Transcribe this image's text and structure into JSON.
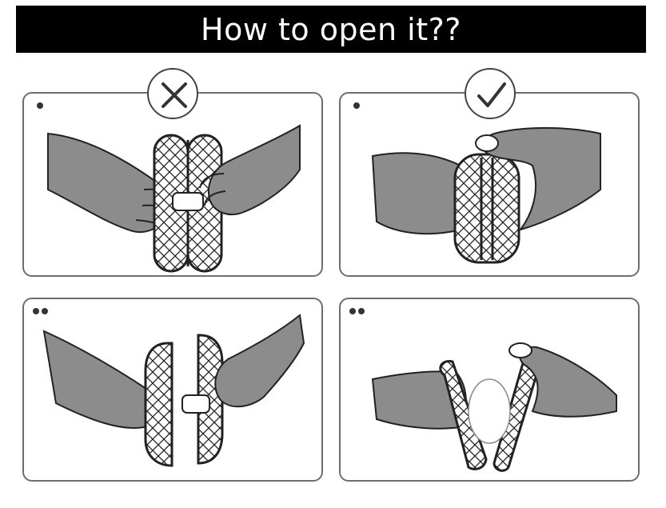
{
  "header": {
    "title": "How to open it??"
  },
  "panels": [
    {
      "id": "top-left",
      "step_dots": 1,
      "verdict": "wrong",
      "verdict_icon": "cross-circle-icon",
      "depicts": "hands pulling case sideways"
    },
    {
      "id": "top-right",
      "step_dots": 1,
      "verdict": "right",
      "verdict_icon": "check-circle-icon",
      "depicts": "hand pressing top tab"
    },
    {
      "id": "bottom-left",
      "step_dots": 2,
      "verdict": "wrong",
      "depicts": "hands prying case apart"
    },
    {
      "id": "bottom-right",
      "step_dots": 2,
      "verdict": "right",
      "depicts": "case hinged open"
    }
  ],
  "colors": {
    "banner": "#000000",
    "hand": "#8c8c8c",
    "outline": "#222222",
    "panel_border": "#6e6e6e"
  }
}
